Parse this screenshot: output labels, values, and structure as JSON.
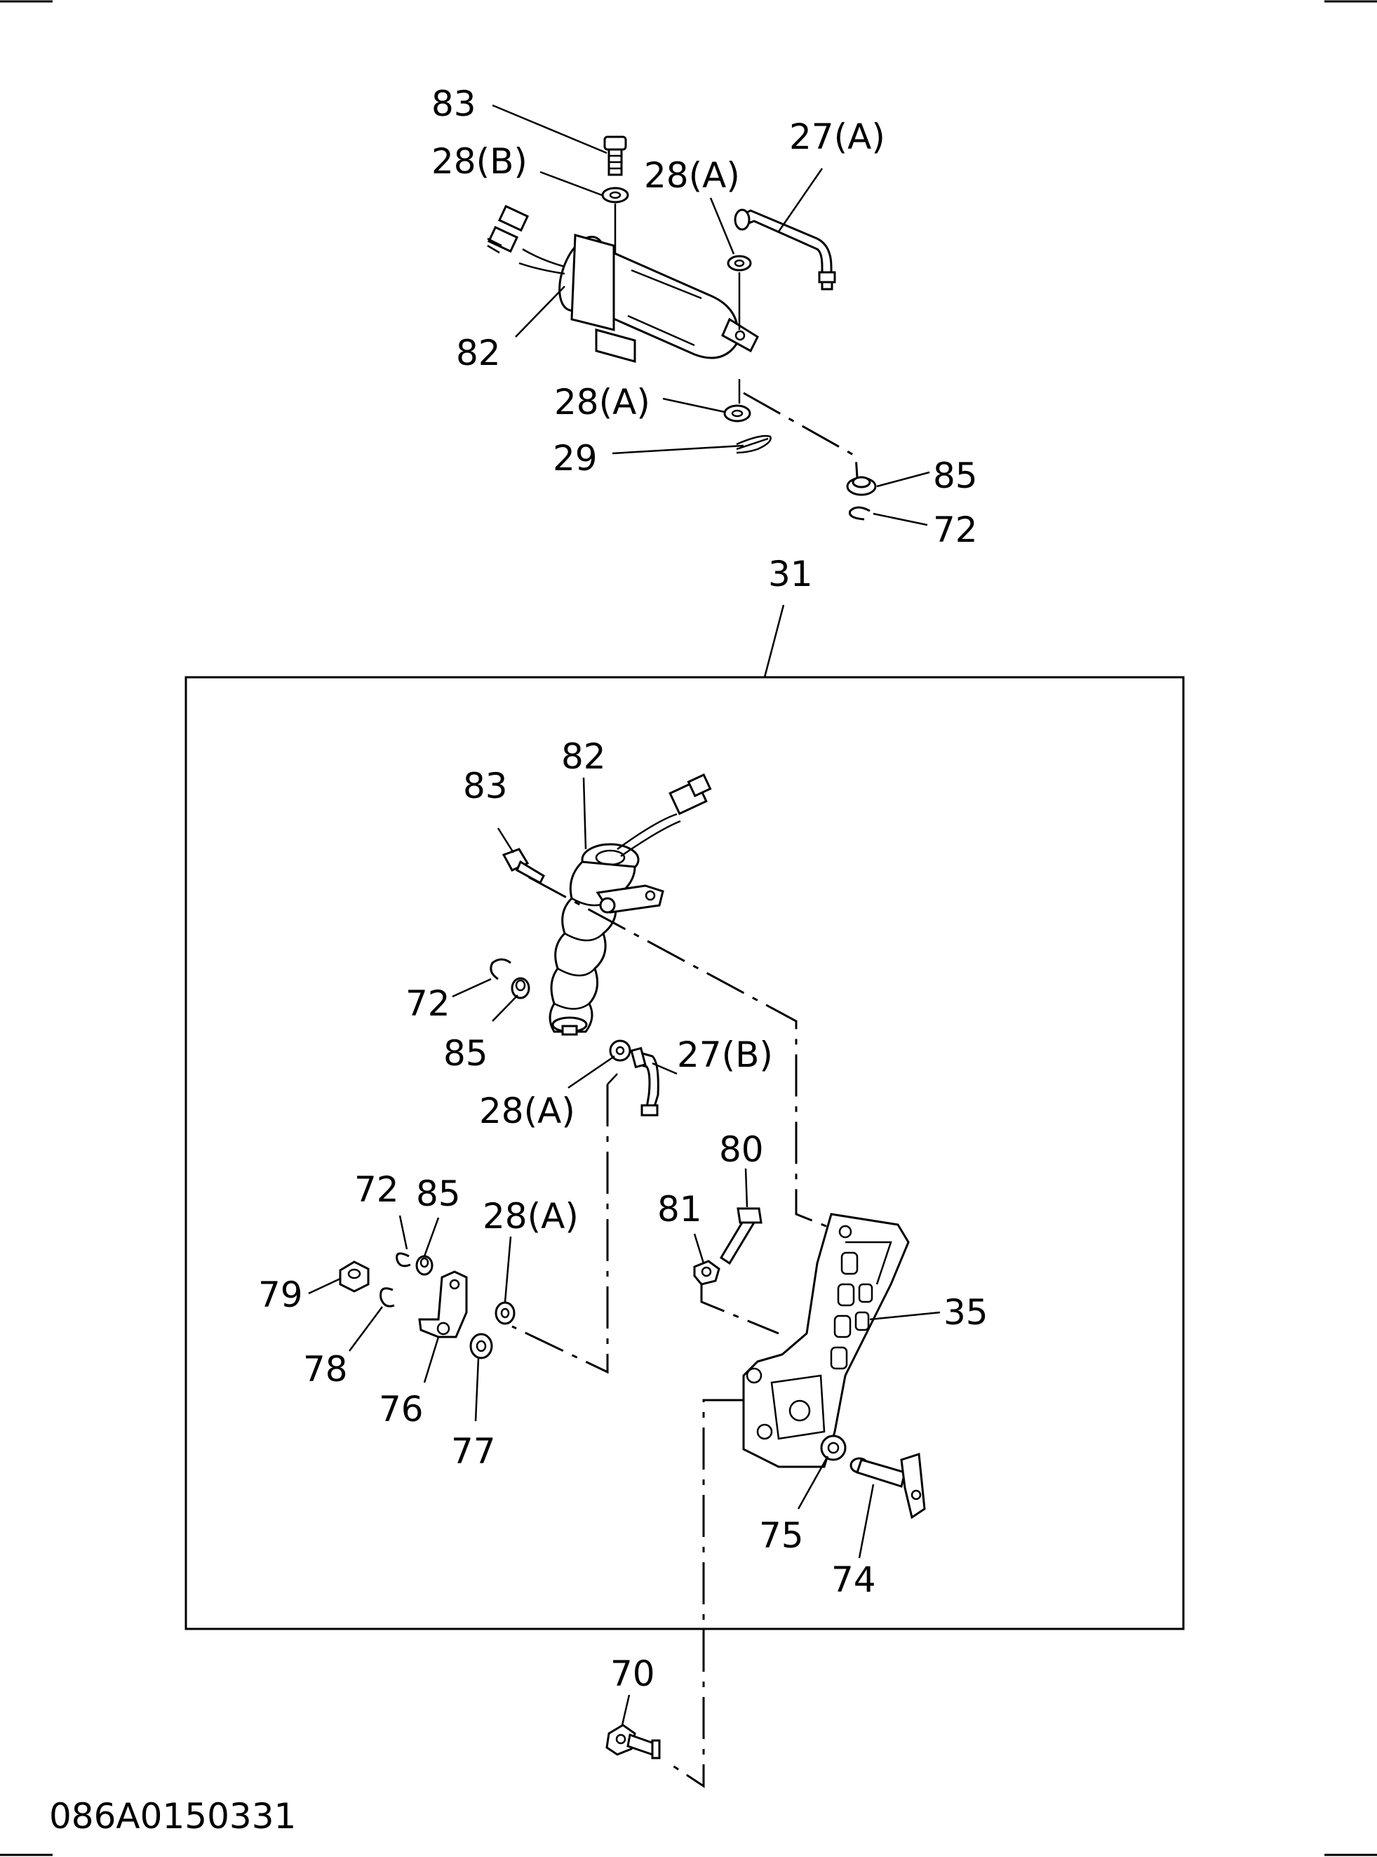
{
  "drawing_id": "086A0150331",
  "upper_labels": {
    "l83": "83",
    "l28b": "28(B)",
    "l28a_top": "28(A)",
    "l27a": "27(A)",
    "l82": "82",
    "l28a_mid": "28(A)",
    "l29": "29",
    "l85": "85",
    "l72": "72"
  },
  "group_label": "31",
  "box_labels": {
    "l82": "82",
    "l83": "83",
    "l72a": "72",
    "l85a": "85",
    "l27b": "27(B)",
    "l28a_1": "28(A)",
    "l80": "80",
    "l81": "81",
    "l72b": "72",
    "l85b": "85",
    "l28a_2": "28(A)",
    "l79": "79",
    "l78": "78",
    "l76": "76",
    "l77": "77",
    "l35": "35",
    "l75": "75",
    "l74": "74"
  },
  "lower_labels": {
    "l70": "70"
  }
}
